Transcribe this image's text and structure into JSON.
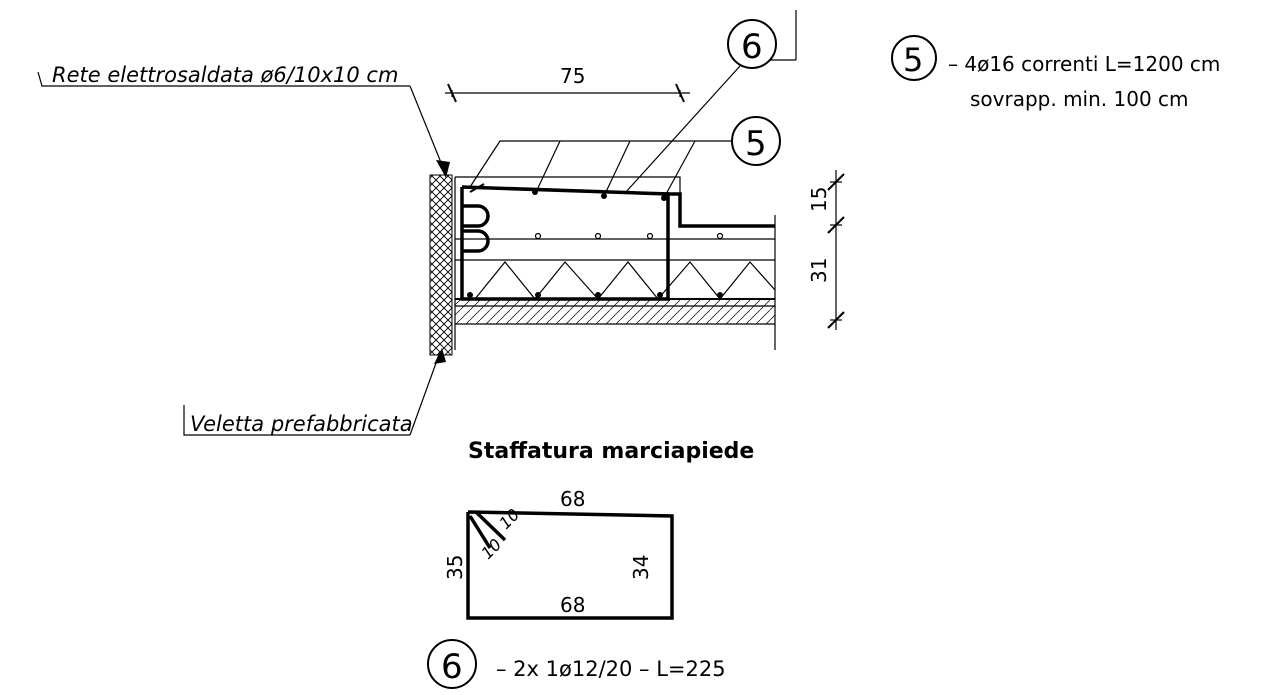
{
  "labels": {
    "mesh": "Rete elettrosaldata ø6/10x10 cm",
    "parapet": "Veletta prefabbricata",
    "stirrup_title": "Staffatura marciapiede"
  },
  "dimensions": {
    "width_top": "75",
    "height_upper": "15",
    "height_lower": "31"
  },
  "stirrup_dims": {
    "top": "68",
    "bottom": "68",
    "left": "35",
    "right": "34",
    "hook1": "10",
    "hook2": "10"
  },
  "callouts": {
    "six": "6",
    "five": "5"
  },
  "legend": {
    "item5": {
      "mark": "5",
      "line1": "– 4ø16 correnti L=1200 cm",
      "line2": "sovrapp. min. 100 cm"
    },
    "item6": {
      "mark": "6",
      "text": "– 2x 1ø12/20 – L=225"
    }
  }
}
